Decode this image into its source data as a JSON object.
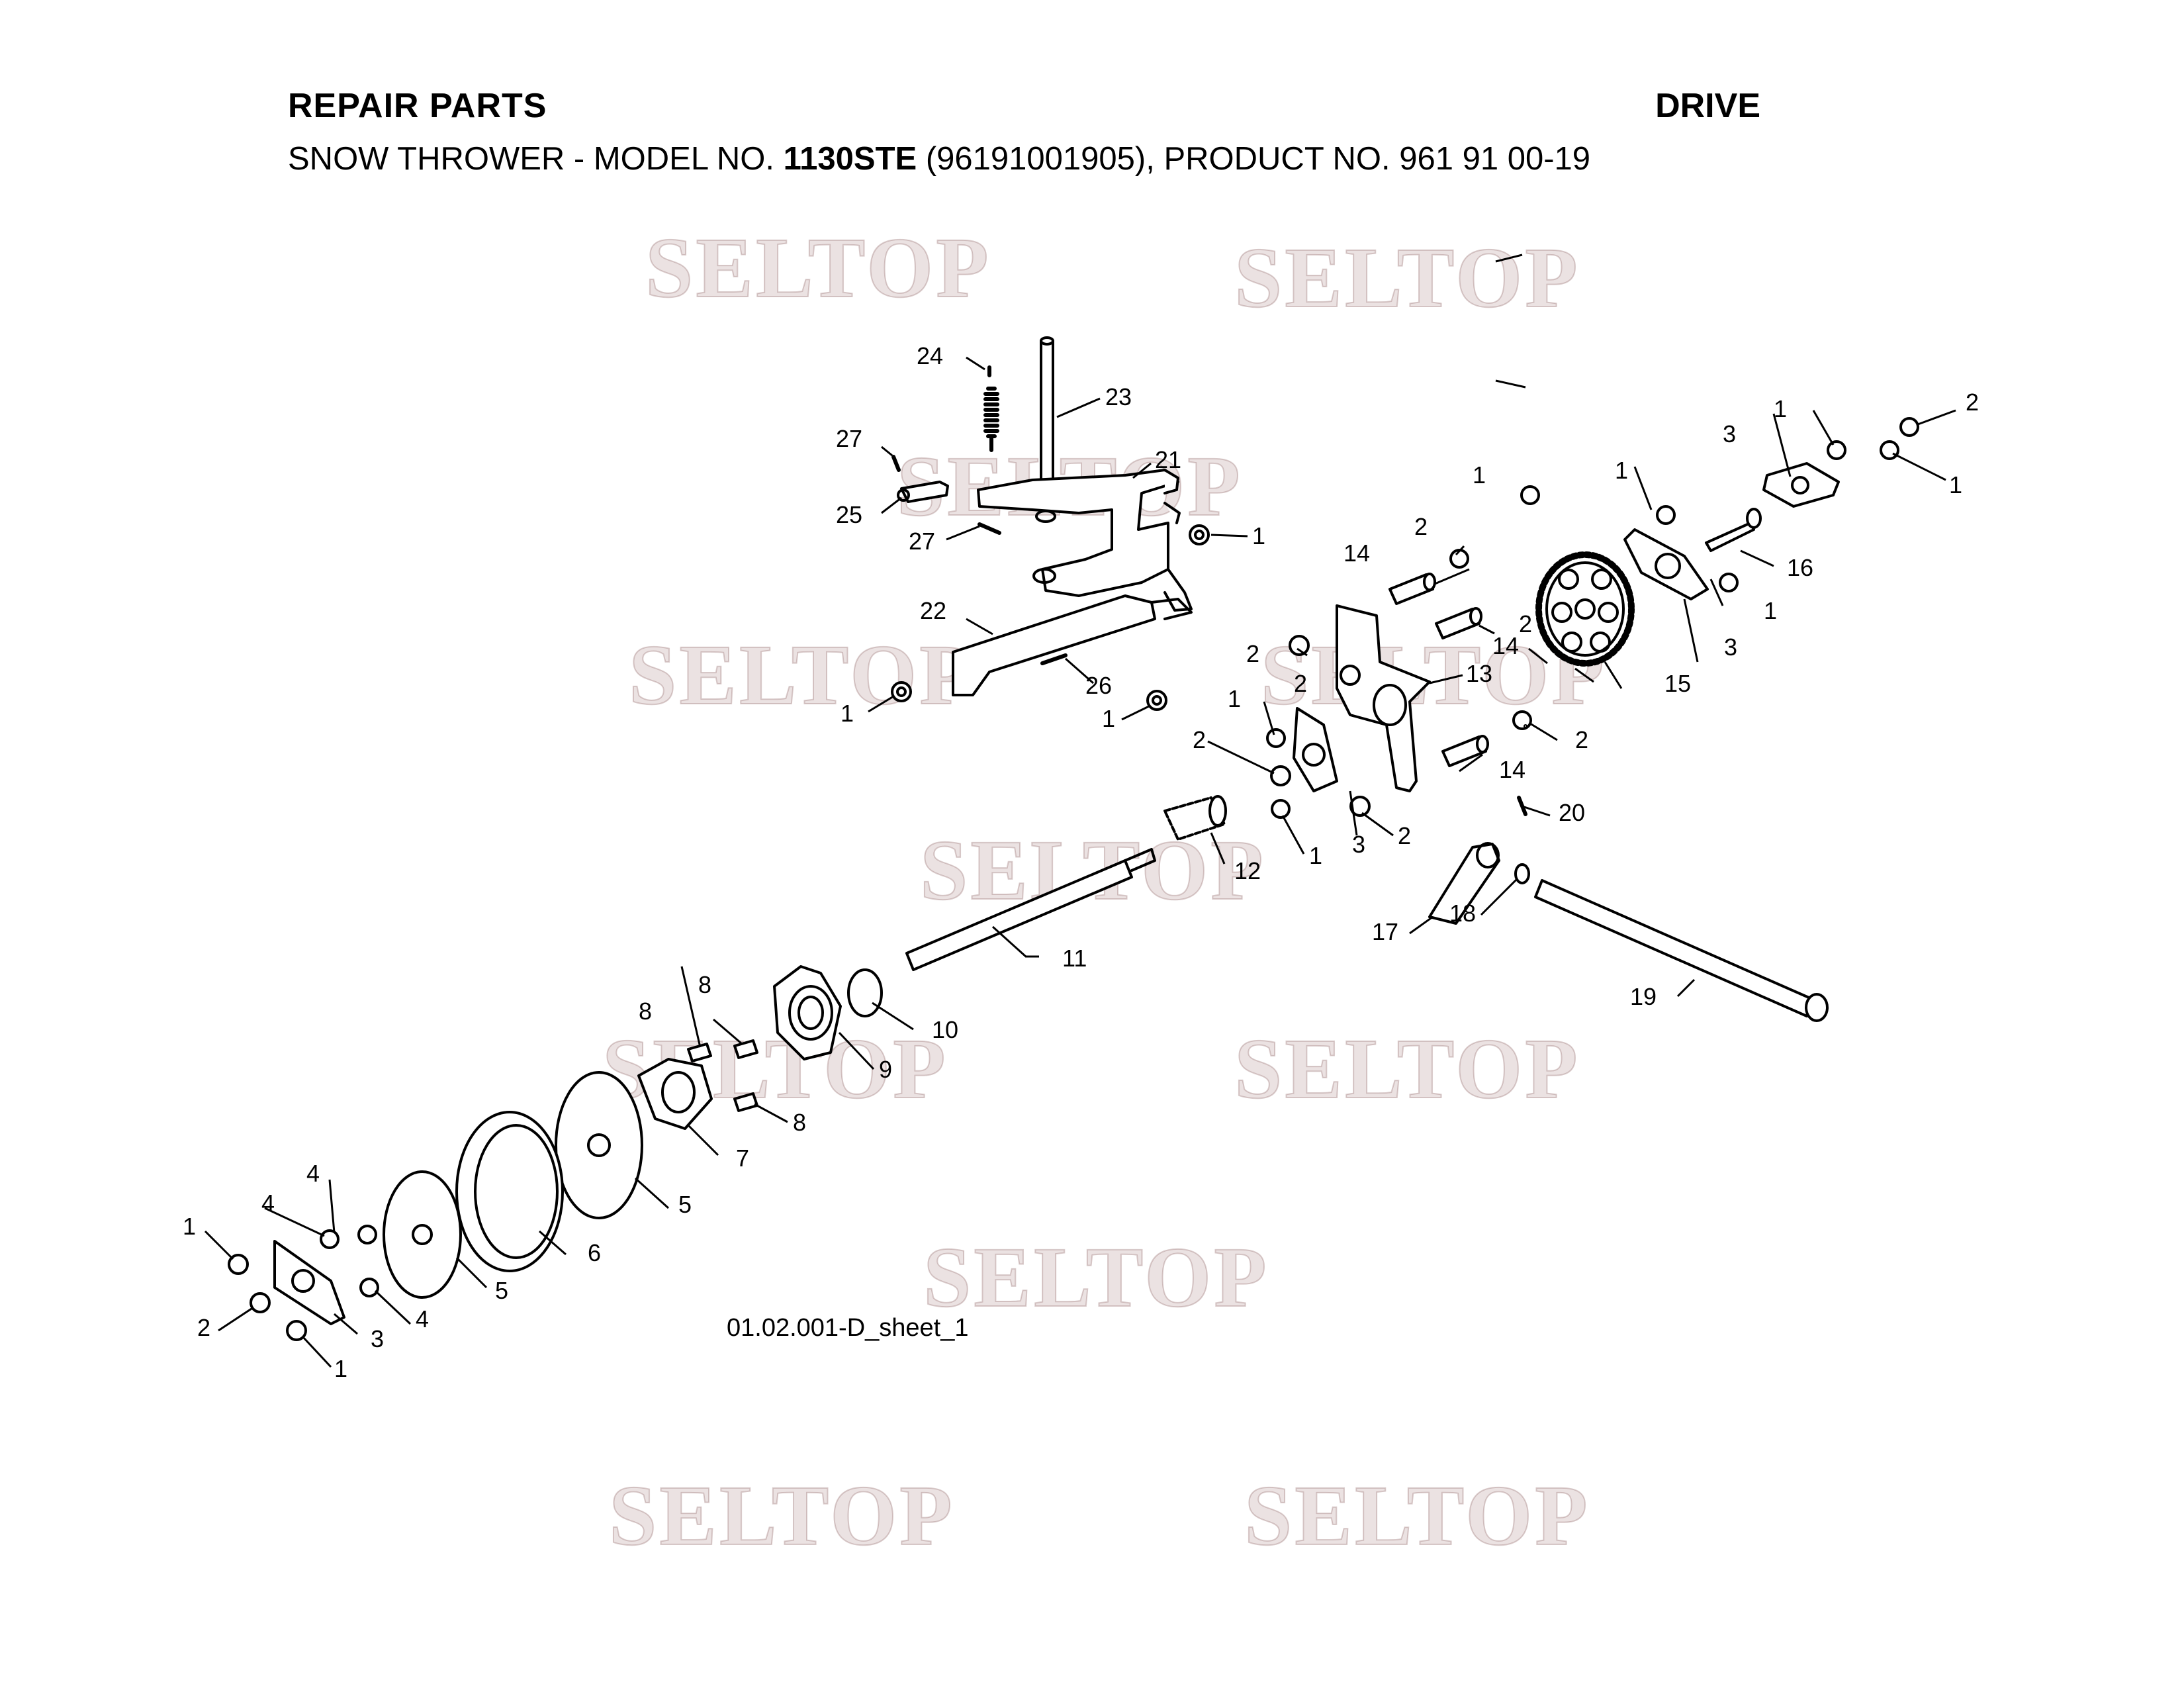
{
  "header": {
    "title": "REPAIR PARTS",
    "section": "DRIVE",
    "subtitle_prefix": "SNOW THROWER - MODEL NO. ",
    "model": "1130STE",
    "subtitle_suffix": " (96191001905), PRODUCT NO. 961 91 00-19"
  },
  "watermark": "SELTOP",
  "sheet_ref": "01.02.001-D_sheet_1",
  "callouts": {
    "c1": "1",
    "c2": "2",
    "c3": "3",
    "c4": "4",
    "c5": "5",
    "c6": "6",
    "c7": "7",
    "c8": "8",
    "c9": "9",
    "c10": "10",
    "c11": "11",
    "c12": "12",
    "c13": "13",
    "c14": "14",
    "c15": "15",
    "c16": "16",
    "c17": "17",
    "c18": "18",
    "c19": "19",
    "c20": "20",
    "c21": "21",
    "c22": "22",
    "c23": "23",
    "c24": "24",
    "c25": "25",
    "c26": "26",
    "c27": "27"
  }
}
